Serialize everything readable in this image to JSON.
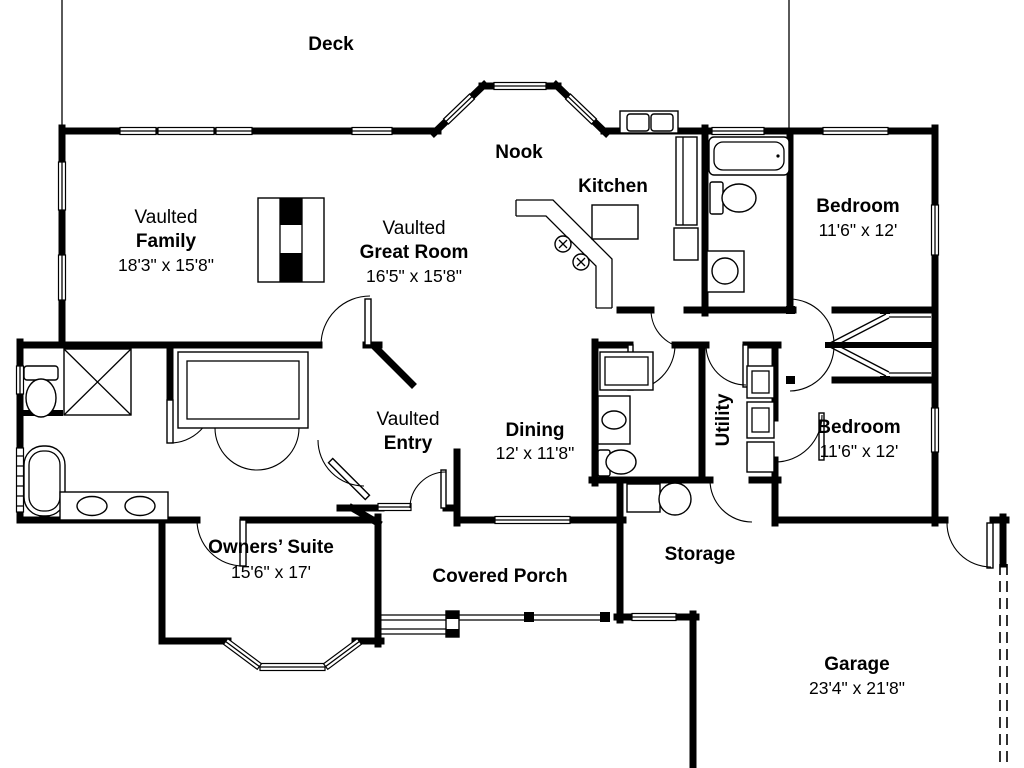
{
  "title": "House floor plan",
  "colors": {
    "wall": "#000000",
    "background": "#ffffff",
    "line": "#000000"
  },
  "rooms": [
    {
      "id": "deck",
      "name": "Deck"
    },
    {
      "id": "nook",
      "name": "Nook"
    },
    {
      "id": "kitchen",
      "name": "Kitchen"
    },
    {
      "id": "family",
      "prefix": "Vaulted",
      "name": "Family",
      "dims": "18'3\" x 15'8\""
    },
    {
      "id": "great-room",
      "prefix": "Vaulted",
      "name": "Great Room",
      "dims": "16'5\" x 15'8\""
    },
    {
      "id": "bedroom-1",
      "name": "Bedroom",
      "dims": "11'6\" x 12'"
    },
    {
      "id": "bedroom-2",
      "name": "Bedroom",
      "dims": "11'6\" x 12'"
    },
    {
      "id": "utility",
      "name": "Utility"
    },
    {
      "id": "entry",
      "prefix": "Vaulted",
      "name": "Entry"
    },
    {
      "id": "dining",
      "name": "Dining",
      "dims": "12' x 11'8\""
    },
    {
      "id": "owners-suite",
      "name": "Owners’ Suite",
      "dims": "15'6\" x 17'"
    },
    {
      "id": "covered-porch",
      "name": "Covered Porch"
    },
    {
      "id": "storage",
      "name": "Storage"
    },
    {
      "id": "garage",
      "name": "Garage",
      "dims": "23'4\" x 21'8\""
    }
  ]
}
